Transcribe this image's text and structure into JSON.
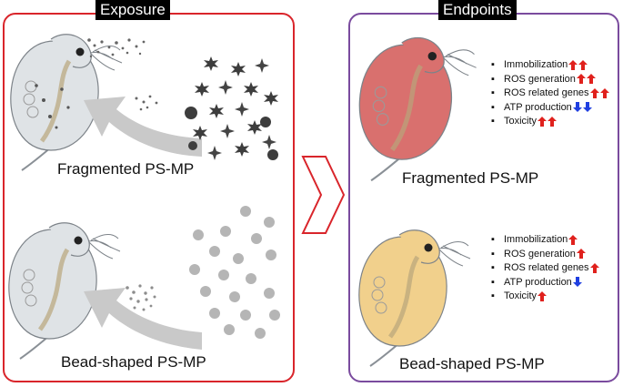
{
  "exposure": {
    "title": "Exposure",
    "fragmented_label": "Fragmented PS-MP",
    "bead_label": "Bead-shaped PS-MP"
  },
  "endpoints": {
    "title": "Endpoints",
    "fragmented_label": "Fragmented PS-MP",
    "bead_label": "Bead-shaped PS-MP",
    "fragmented_items": [
      {
        "text": "Immobilization",
        "direction": "up",
        "count": 2
      },
      {
        "text": "ROS generation",
        "direction": "up",
        "count": 2
      },
      {
        "text": "ROS related genes",
        "direction": "up",
        "count": 2
      },
      {
        "text": "ATP production",
        "direction": "down",
        "count": 2
      },
      {
        "text": "Toxicity",
        "direction": "up",
        "count": 2
      }
    ],
    "bead_items": [
      {
        "text": "Immobilization",
        "direction": "up",
        "count": 1
      },
      {
        "text": "ROS generation",
        "direction": "up",
        "count": 1
      },
      {
        "text": "ROS related genes",
        "direction": "up",
        "count": 1
      },
      {
        "text": "ATP production",
        "direction": "down",
        "count": 1
      },
      {
        "text": "Toxicity",
        "direction": "up",
        "count": 1
      }
    ]
  },
  "colors": {
    "exposure_border": "#d9252b",
    "endpoints_border": "#7a4b9e",
    "up_arrow": "#e0211d",
    "down_arrow": "#1f3fe0",
    "daphnia_control": "#dfe3e6",
    "daphnia_fragmented": "#d9706e",
    "daphnia_bead": "#f1d08c"
  }
}
